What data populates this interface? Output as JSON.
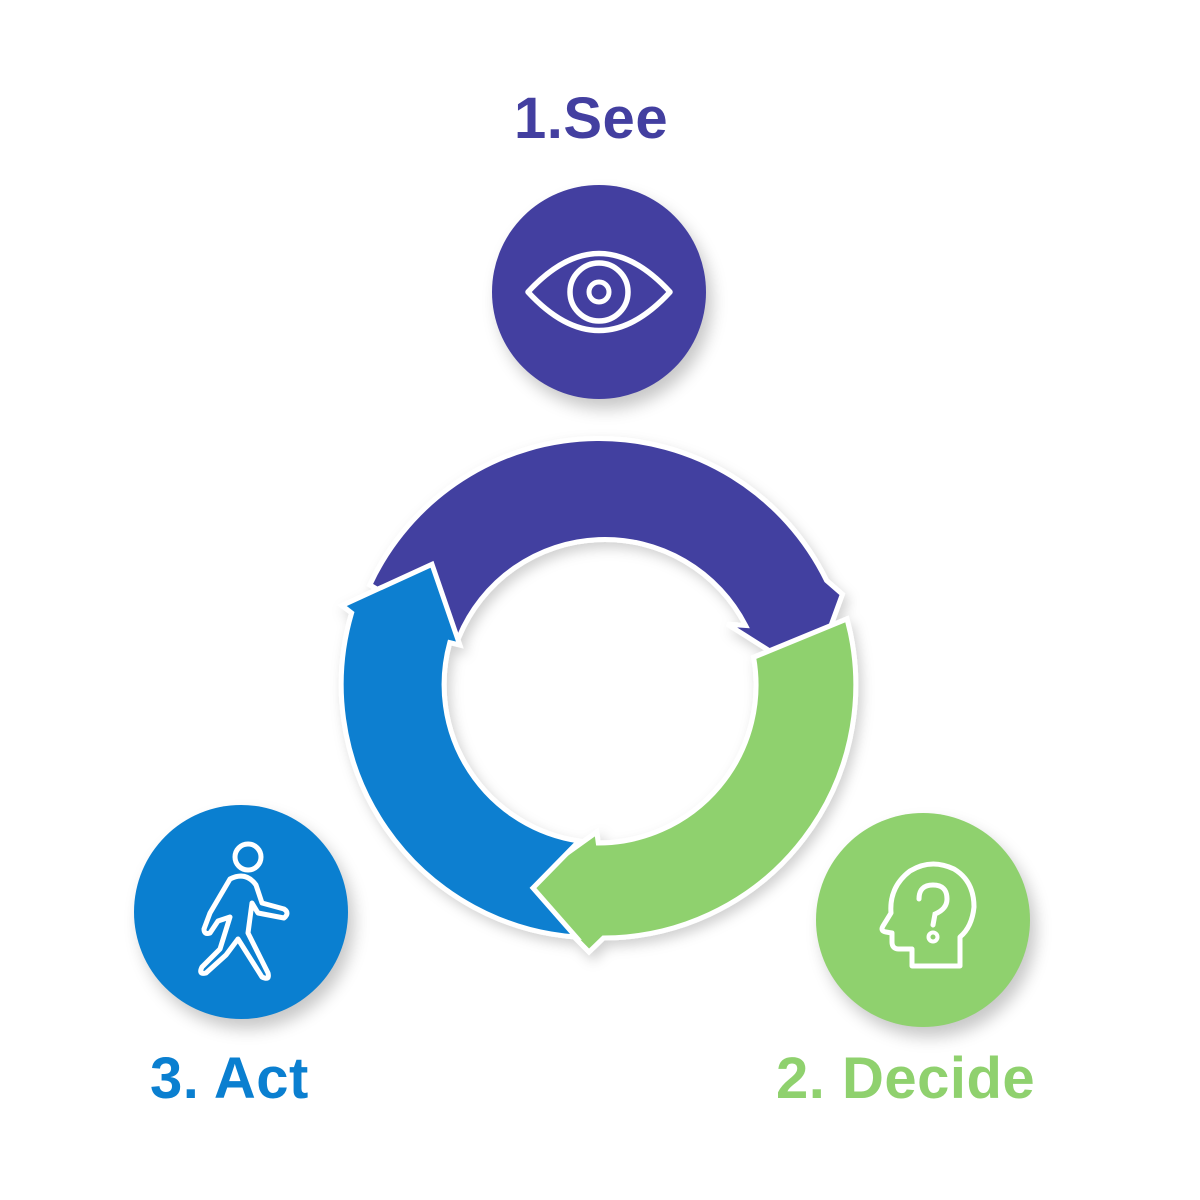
{
  "steps": [
    {
      "id": "see",
      "label": "1.See",
      "icon": "eye-icon",
      "color": "#433fa0"
    },
    {
      "id": "decide",
      "label": "2. Decide",
      "icon": "head-question-icon",
      "color": "#8fd16e"
    },
    {
      "id": "act",
      "label": "3. Act",
      "icon": "walking-person-icon",
      "color": "#0a7fd0"
    }
  ]
}
